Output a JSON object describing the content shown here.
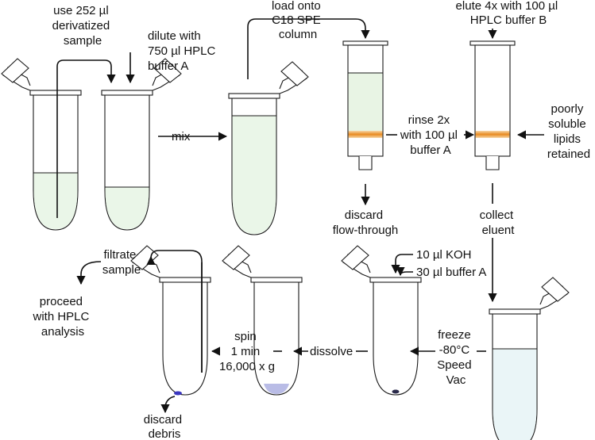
{
  "steps": {
    "sample": [
      "use 252 µl",
      "derivatized",
      "sample"
    ],
    "dilute": [
      "dilute with",
      "750 µl HPLC",
      "buffer A"
    ],
    "mix": "mix",
    "load": [
      "load onto",
      "C18 SPE",
      "column"
    ],
    "elute": [
      "elute 4x with 100 µl",
      "HPLC buffer B"
    ],
    "rinse": [
      "rinse 2x",
      "with 100 µl",
      "buffer A"
    ],
    "retained": [
      "poorly",
      "soluble",
      "lipids",
      "retained"
    ],
    "discard_flow": [
      "discard",
      "flow-through"
    ],
    "collect": [
      "collect",
      "eluent"
    ],
    "freeze": [
      "freeze",
      "-80°C",
      "Speed",
      "Vac"
    ],
    "koh": "10 µl KOH",
    "bufferA": "30 µl buffer A",
    "dissolve": "dissolve",
    "spin": [
      "spin",
      "1 min",
      "16,000 x g"
    ],
    "filtrate": [
      "filtrate",
      "sample"
    ],
    "proceed": [
      "proceed",
      "with HPLC",
      "analysis"
    ],
    "discard_debris": [
      "discard",
      "debris"
    ]
  },
  "colors": {
    "liquid_green": "#eaf6e8",
    "liquid_cyan": "#eaf5f7",
    "liquid_purple": "#b9bce6",
    "pellet": "#2a2a4a",
    "band_orange": "#f0a040",
    "filtrate_dot": "#3a36c0"
  }
}
